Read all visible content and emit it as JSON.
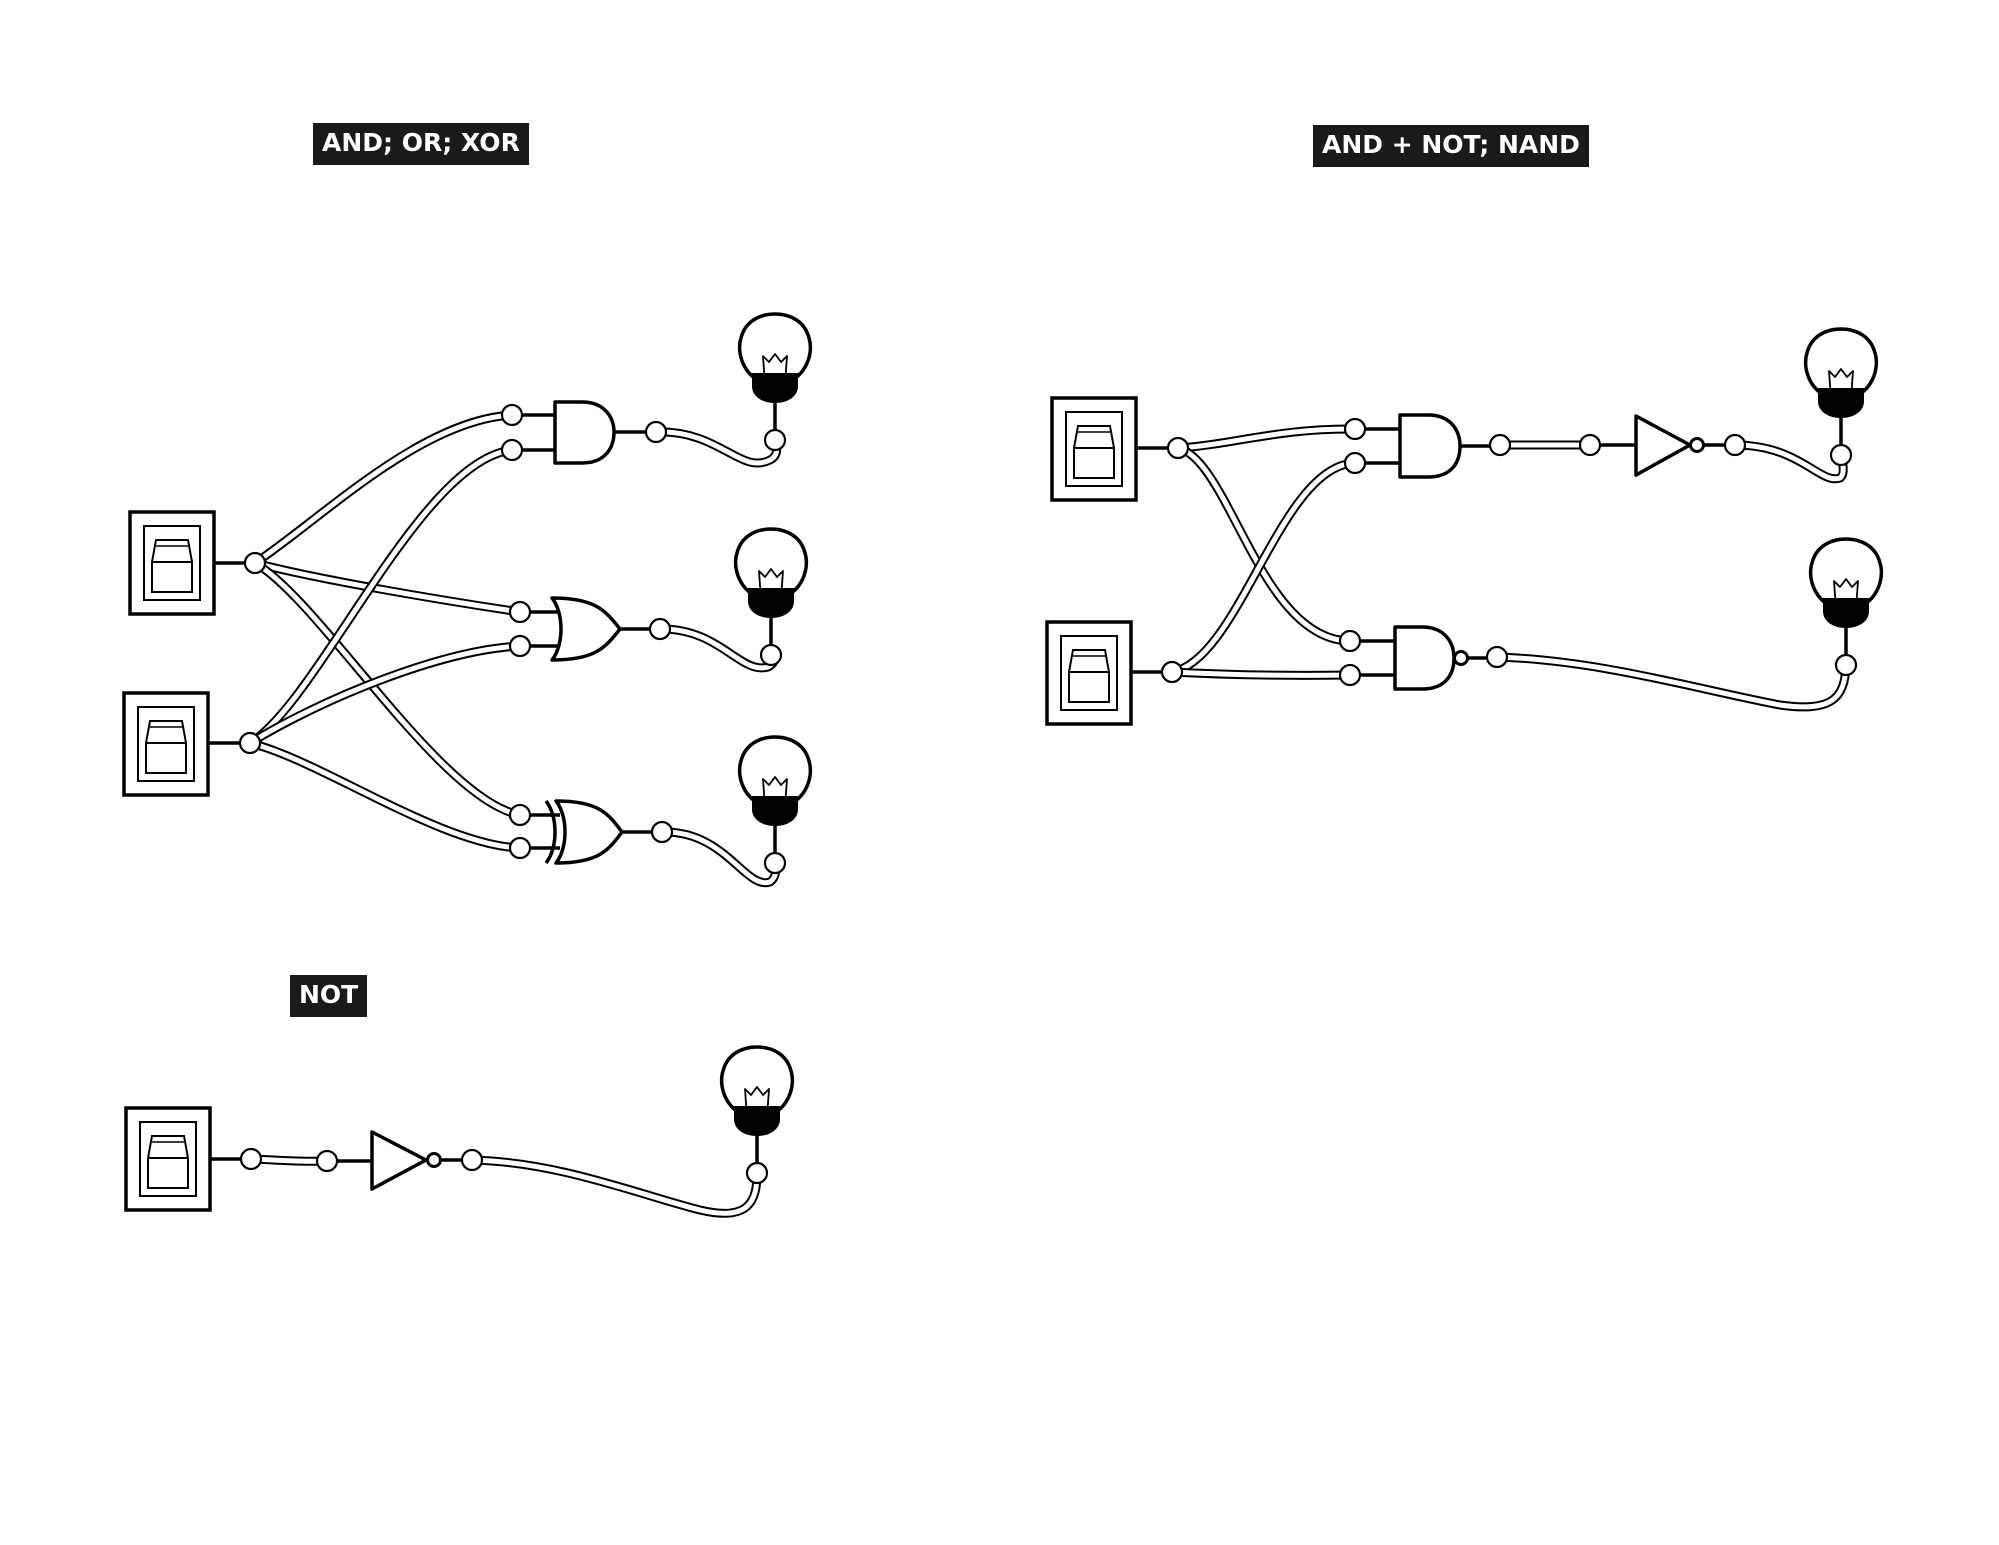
{
  "sections": {
    "circuit_a": {
      "title": "AND; OR; XOR"
    },
    "circuit_b": {
      "title": "AND + NOT; NAND"
    },
    "circuit_c": {
      "title": "NOT"
    }
  },
  "components": {
    "switches": [
      "switch-a1",
      "switch-a2",
      "switch-b1",
      "switch-b2",
      "switch-c1"
    ],
    "gates": [
      {
        "id": "gate-and-a",
        "type": "AND"
      },
      {
        "id": "gate-or-a",
        "type": "OR"
      },
      {
        "id": "gate-xor-a",
        "type": "XOR"
      },
      {
        "id": "gate-and-b",
        "type": "AND"
      },
      {
        "id": "gate-not-b",
        "type": "NOT"
      },
      {
        "id": "gate-nand-b",
        "type": "NAND"
      },
      {
        "id": "gate-not-c",
        "type": "NOT"
      }
    ],
    "bulbs": [
      "bulb-and-a",
      "bulb-or-a",
      "bulb-xor-a",
      "bulb-not-b",
      "bulb-nand-b",
      "bulb-not-c"
    ]
  },
  "colors": {
    "ink": "#000000",
    "label_bg": "#1a1a1a",
    "label_text": "#ffffff",
    "background": "#ffffff"
  }
}
